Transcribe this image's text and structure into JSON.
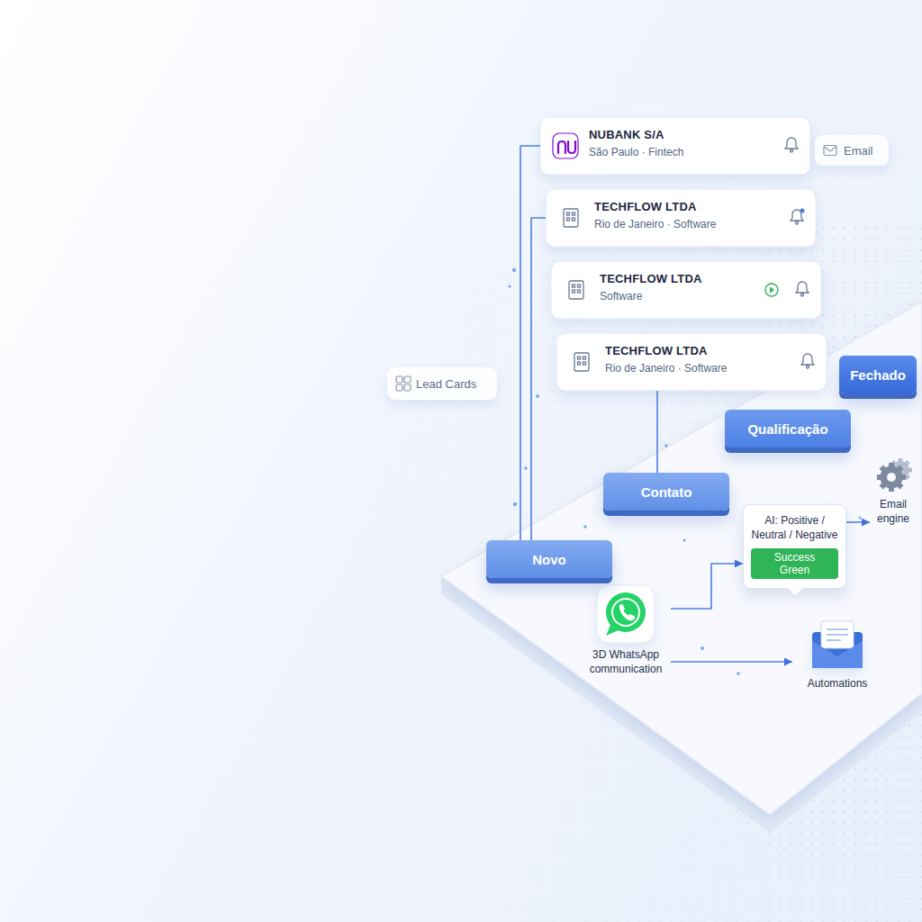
{
  "diagram": {
    "nodes": [
      {
        "text": [
          "NUBANK S/A",
          "São Paulo · Fintech"
        ]
      },
      {
        "text": [
          "TECHFLOW LTDA",
          "Rio de Janeiro · Software"
        ]
      },
      {
        "text": [
          "TECHFLOW LTDA",
          "Software"
        ]
      },
      {
        "text": [
          "TECHFLOW LTDA",
          "Rio de Janeiro · Software"
        ]
      },
      {
        "text": [
          "Novo"
        ]
      },
      {
        "text": [
          "Contato"
        ]
      },
      {
        "text": [
          "Qualificação"
        ]
      },
      {
        "text": [
          "Fechado"
        ]
      },
      {
        "text": [
          "AI: Positive / Neutral / Negative",
          "Success Green"
        ]
      },
      {
        "text": [
          "3D WhatsApp communication"
        ]
      },
      {
        "text": [
          "Automations"
        ]
      },
      {
        "text": [
          "Email engine"
        ]
      },
      {
        "text": [
          "Email"
        ]
      },
      {
        "text": [
          "Lead Cards"
        ]
      }
    ],
    "edges": [
      {
        "from": 0,
        "to": 4,
        "arrow": "none"
      },
      {
        "from": 1,
        "to": 4,
        "arrow": "none"
      },
      {
        "from": 3,
        "to": 5,
        "arrow": "none"
      },
      {
        "from": 9,
        "to": 8,
        "arrow": "to"
      },
      {
        "from": 9,
        "to": 10,
        "arrow": "to"
      },
      {
        "from": 8,
        "to": 11,
        "arrow": "to"
      }
    ]
  }
}
